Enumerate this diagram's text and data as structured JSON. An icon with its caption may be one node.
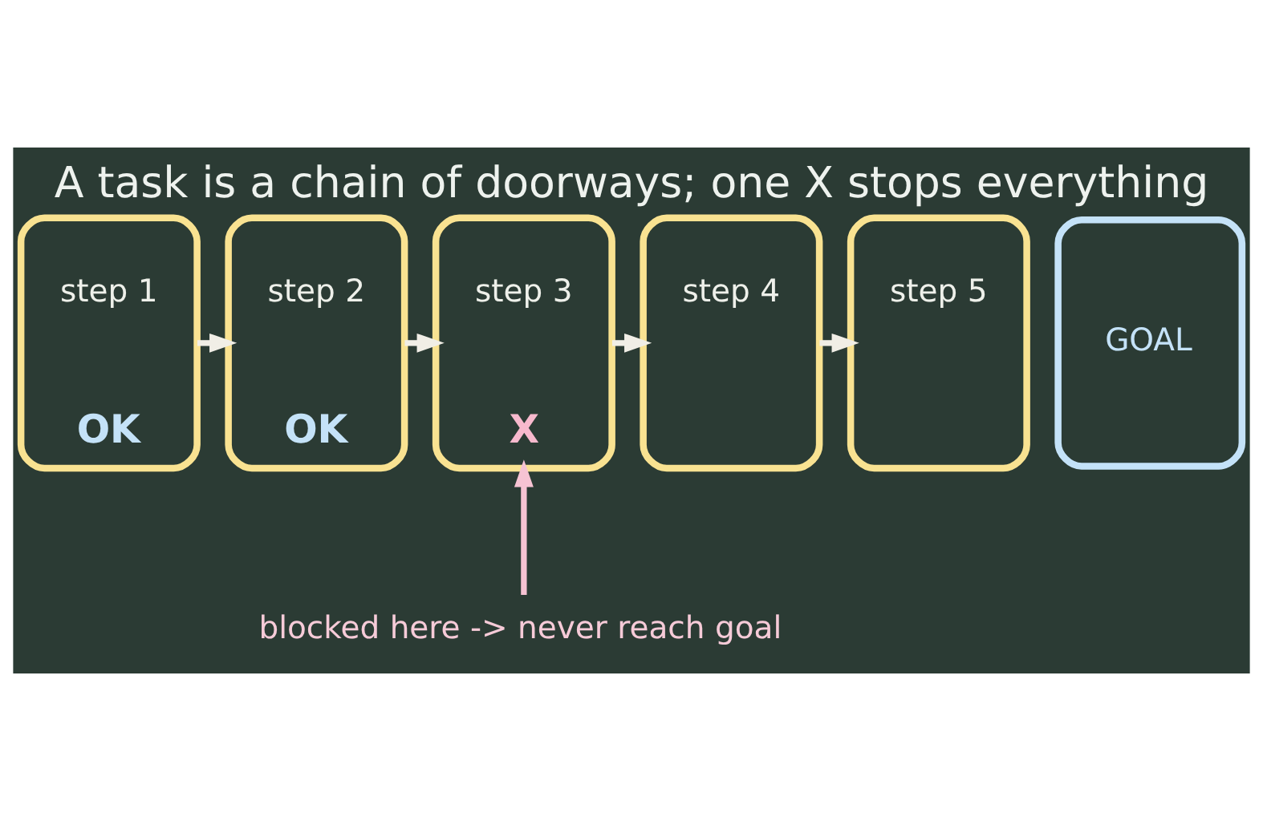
{
  "diagram": {
    "title": "A task is a chain of doorways; one X stops everything",
    "nodes": [
      {
        "text": [
          "step 1",
          "OK"
        ]
      },
      {
        "text": [
          "step 2",
          "OK"
        ]
      },
      {
        "text": [
          "step 3",
          "X"
        ]
      },
      {
        "text": [
          "step 4"
        ]
      },
      {
        "text": [
          "step 5"
        ]
      },
      {
        "text": [
          "GOAL"
        ]
      },
      {
        "text": [
          "blocked here -> never reach goal"
        ]
      }
    ],
    "edges": [
      {
        "from": 0,
        "to": 1,
        "arrow": "to"
      },
      {
        "from": 1,
        "to": 2,
        "arrow": "to"
      },
      {
        "from": 2,
        "to": 3,
        "arrow": "to"
      },
      {
        "from": 3,
        "to": 4,
        "arrow": "to"
      },
      {
        "from": 6,
        "to": 2,
        "arrow": "to",
        "color": "#f6c3d3"
      }
    ]
  }
}
